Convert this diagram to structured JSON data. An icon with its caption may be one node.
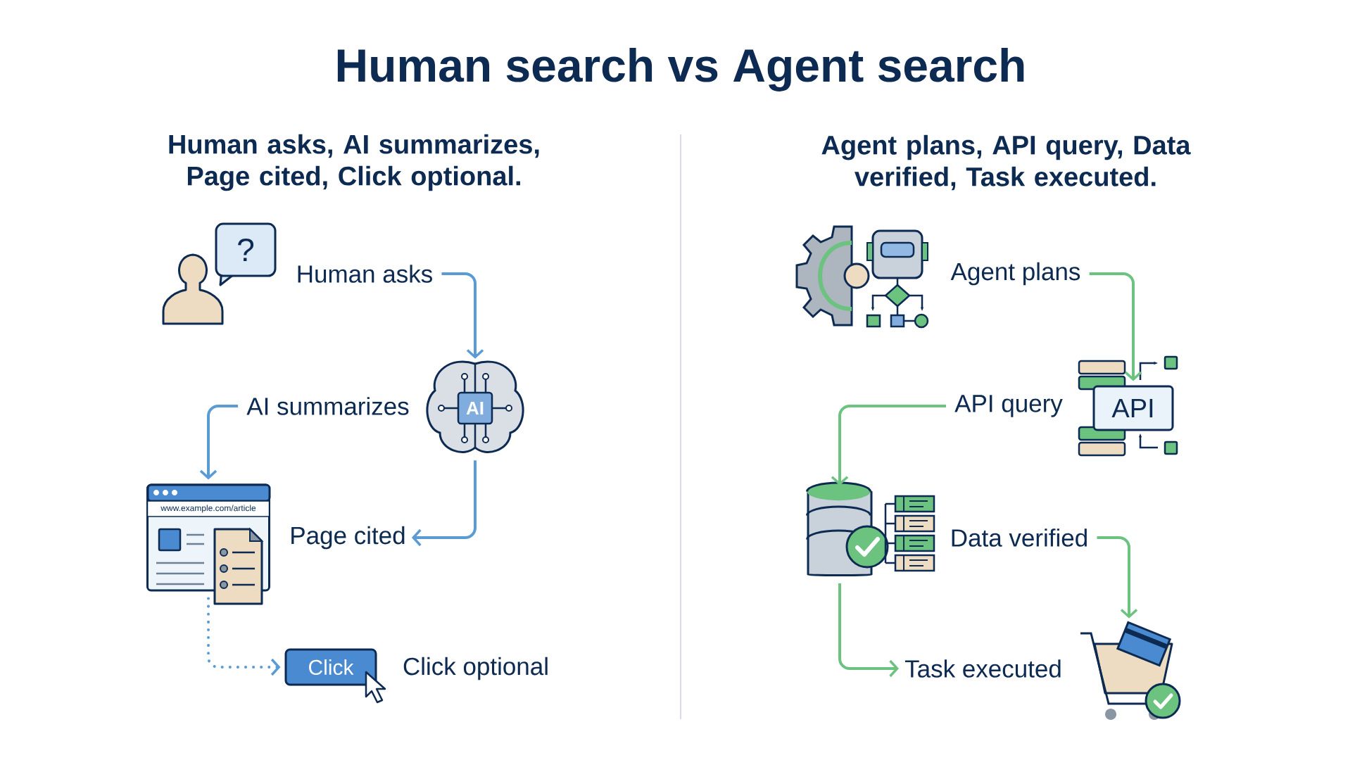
{
  "diagram": {
    "title": "Human search vs Agent search",
    "nodes": [
      {
        "text": [
          "?"
        ]
      },
      {
        "text": [
          "Human asks"
        ]
      },
      {
        "text": [
          "AI"
        ]
      },
      {
        "text": [
          "AI summarizes"
        ]
      },
      {
        "text": [
          "www.example.com/article"
        ]
      },
      {
        "text": [
          "Page cited"
        ]
      },
      {
        "text": [
          "Click"
        ]
      },
      {
        "text": [
          "Agent plans"
        ]
      },
      {
        "text": [
          "API"
        ]
      },
      {
        "text": [
          "API query"
        ]
      },
      {
        "text": [],
        "shape": "cylinder"
      },
      {
        "text": [
          "Data verified"
        ]
      },
      {
        "text": [],
        "shape": "cart"
      },
      {
        "text": [
          "Task executed"
        ]
      }
    ],
    "edges": [
      {
        "from": 1,
        "to": 2,
        "arrow": "to",
        "color": "#5b9bd5"
      },
      {
        "from": 2,
        "to": 5,
        "arrow": "to",
        "color": "#5b9bd5"
      },
      {
        "from": 3,
        "to": 4,
        "arrow": "to",
        "color": "#5b9bd5"
      },
      {
        "from": 4,
        "to": 6,
        "arrow": "to",
        "style": "dashed",
        "color": "#5b9bd5"
      },
      {
        "from": 7,
        "to": 8,
        "arrow": "to",
        "color": "#6cc27f"
      },
      {
        "from": 9,
        "to": 10,
        "arrow": "to",
        "color": "#6cc27f"
      },
      {
        "from": 11,
        "to": 12,
        "arrow": "to",
        "color": "#6cc27f"
      },
      {
        "from": 10,
        "to": 13,
        "arrow": "to",
        "color": "#6cc27f"
      }
    ],
    "labels": [
      "Human asks, AI summarizes, Page cited, Click optional.",
      "Agent plans, API query, Data verified, Task executed.",
      "Click optional"
    ]
  }
}
